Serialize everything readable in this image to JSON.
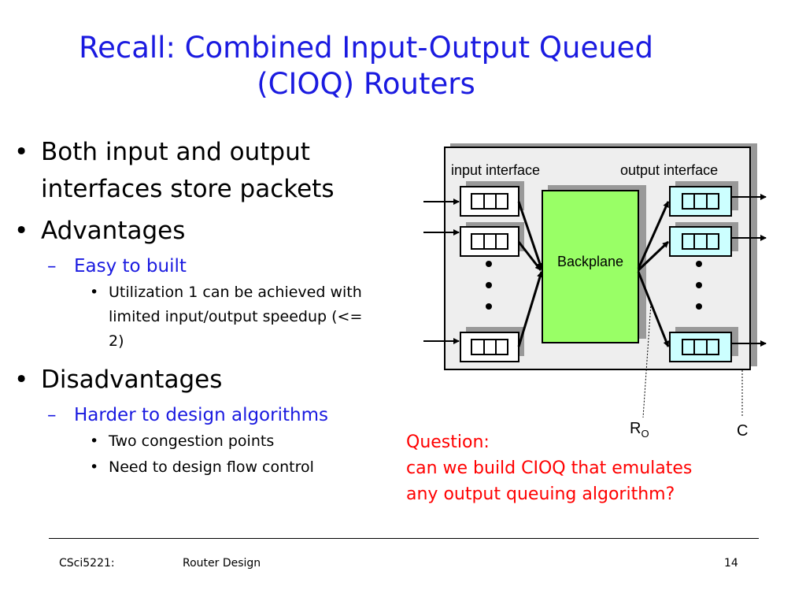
{
  "slide": {
    "title_line1": "Recall: Combined Input-Output Queued",
    "title_line2": "(CIOQ) Routers",
    "bullets": {
      "b1": "Both input and output interfaces store packets",
      "b2": "Advantages",
      "b2_sub": "Easy to built",
      "b2_sub_sub": "Utilization 1 can be achieved with limited input/output speedup (<= 2)",
      "b3": "Disadvantages",
      "b3_sub": "Harder to design algorithms",
      "b3_sub_sub1": "Two congestion points",
      "b3_sub_sub2": "Need to design flow control"
    },
    "diagram": {
      "input_label": "input interface",
      "output_label": "output interface",
      "backplane_label": "Backplane",
      "ro_main": "R",
      "ro_sub": "O",
      "c_label": "C",
      "colors": {
        "backplane": "#99ff66",
        "output_queue": "#ccffff",
        "panel": "#eeeeee",
        "shadow": "#999999"
      }
    },
    "question_line1": "Question:",
    "question_line2": "can we build CIOQ that emulates",
    "question_line3": "any output queuing algorithm?",
    "footer": {
      "course": "CSci5221:",
      "topic": "Router Design",
      "page": "14"
    }
  }
}
